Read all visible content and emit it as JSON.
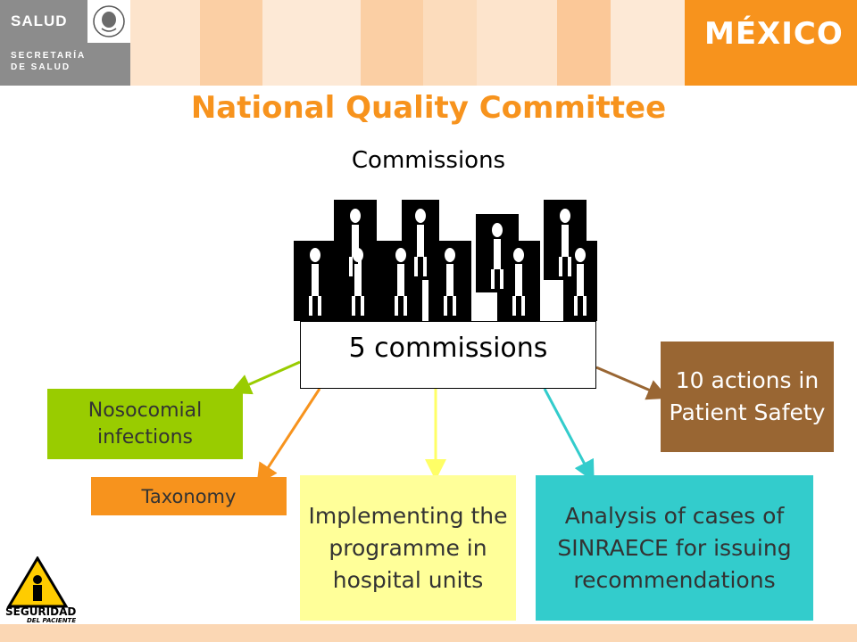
{
  "header": {
    "ministry_label": "SALUD",
    "secretaria_line1": "SECRETARÍA",
    "secretaria_line2": "DE SALUD",
    "country_logo": "MÉXICO"
  },
  "slide": {
    "title": "National Quality Committee",
    "subtitle": "Commissions",
    "center_box": "5 commissions",
    "boxes": {
      "nosocomial": "Nosocomial infections",
      "taxonomy": "Taxonomy",
      "implementing": "Implementing the programme in hospital units",
      "analysis": "Analysis of cases of SINRAECE for issuing recommendations",
      "actions": "10 actions in Patient Safety"
    }
  },
  "footer_logo": {
    "line1": "SEGURIDAD",
    "line2": "DEL PACIENTE"
  },
  "colors": {
    "title": "#f7931d",
    "nosocomial": "#99cc00",
    "taxonomy": "#f7931d",
    "implementing": "#ffff99",
    "analysis": "#33cccc",
    "actions": "#996633"
  },
  "icons": [
    "mexico-seal-icon",
    "doctor-figure-icon",
    "patient-safety-logo-icon"
  ]
}
